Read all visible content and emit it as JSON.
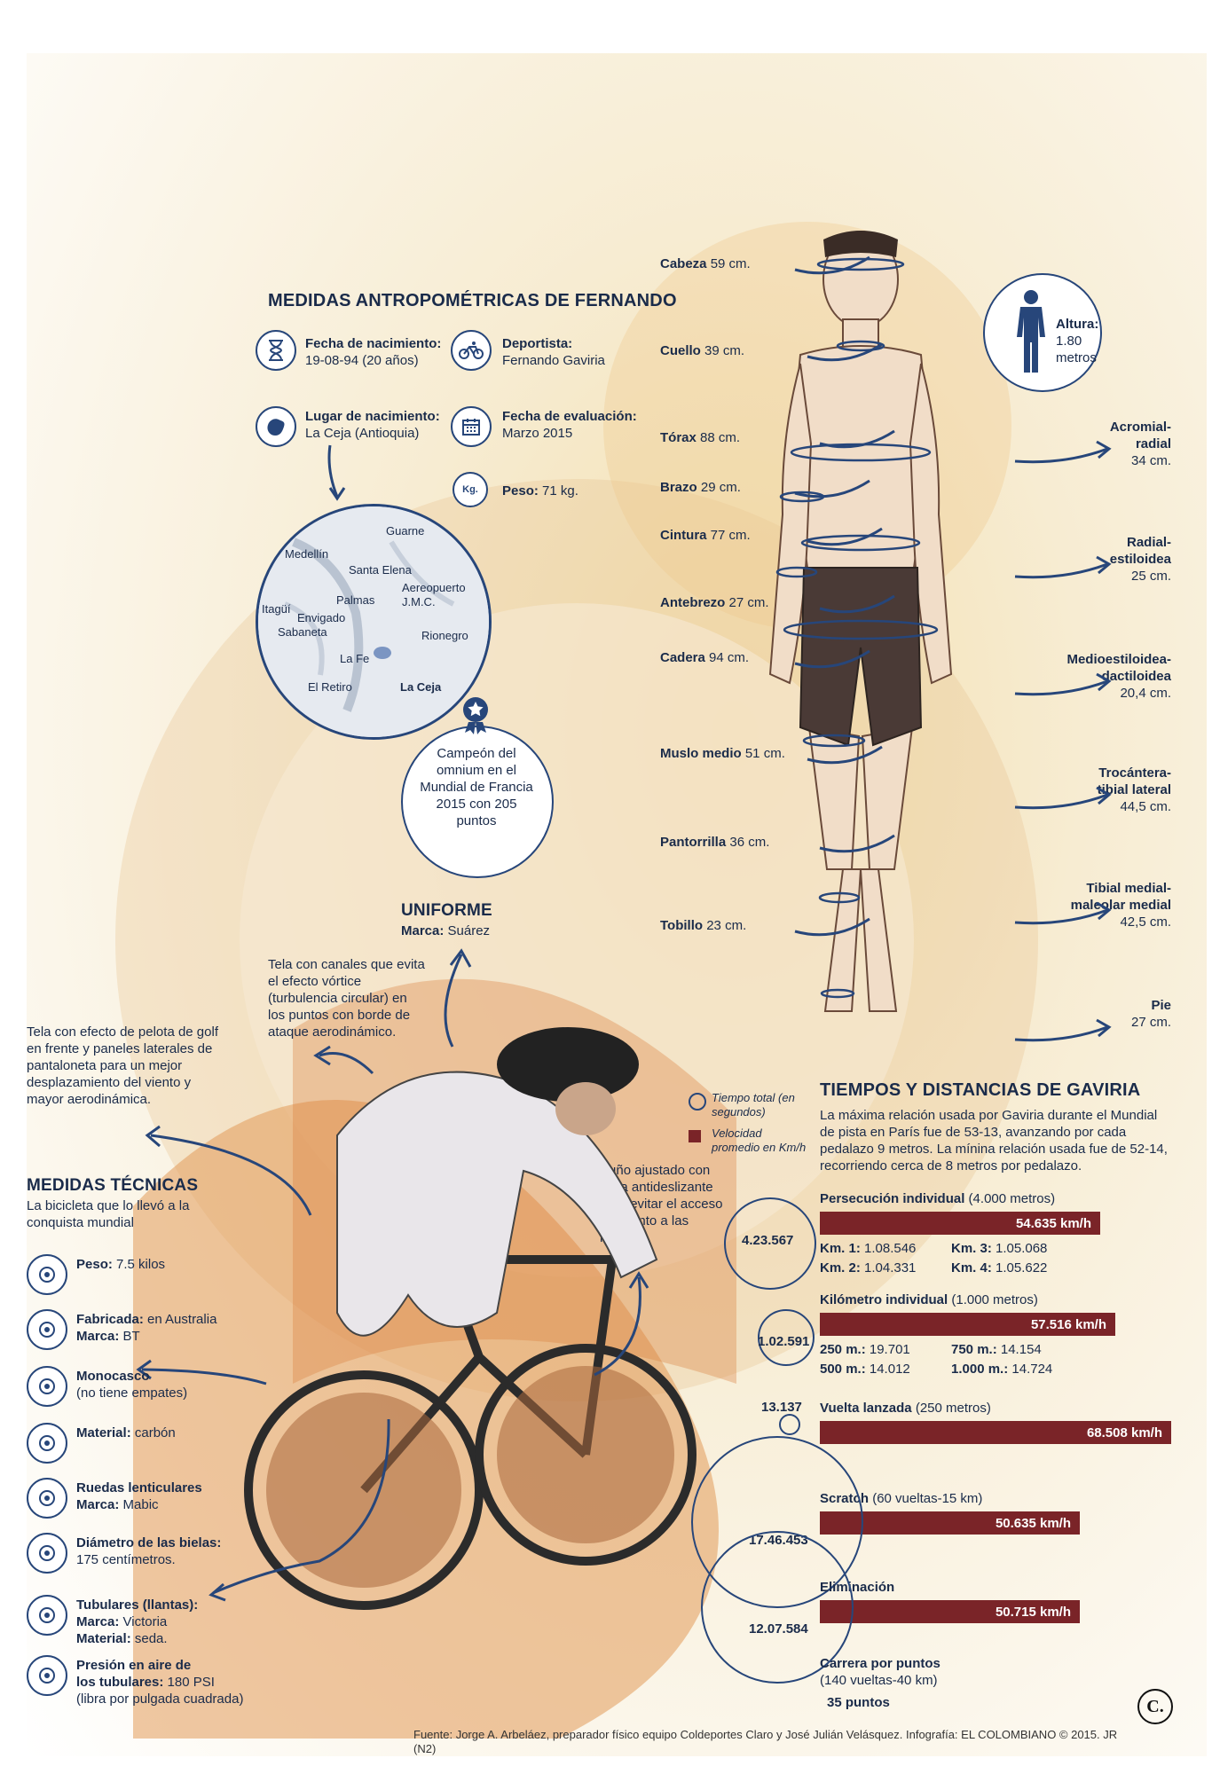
{
  "anthro": {
    "title": "MEDIDAS ANTROPOMÉTRICAS DE FERNANDO",
    "birth_date_label": "Fecha de nacimiento:",
    "birth_date": "19-08-94 (20 años)",
    "athlete_label": "Deportista:",
    "athlete": "Fernando Gaviria",
    "birth_place_label": "Lugar de nacimiento:",
    "birth_place": "La Ceja (Antioquia)",
    "eval_date_label": "Fecha de evaluación:",
    "eval_date": "Marzo 2015",
    "weight_label": "Peso:",
    "weight": "71 kg.",
    "weight_icon_text": "Kg.",
    "champion": "Campeón del omnium en el Mundial de Francia 2015 con 205 puntos"
  },
  "map": {
    "places": [
      "Guarne",
      "Medellín",
      "Santa Elena",
      "Aereopuerto",
      "J.M.C.",
      "Palmas",
      "Itagüí",
      "Envigado",
      "Sabaneta",
      "Rionegro",
      "La Fe",
      "El Retiro",
      "La Ceja"
    ]
  },
  "height": {
    "label": "Altura:",
    "value": "1.80",
    "unit": "metros"
  },
  "measures_left": [
    {
      "name": "Cabeza",
      "value": "59 cm."
    },
    {
      "name": "Cuello",
      "value": "39 cm."
    },
    {
      "name": "Tórax",
      "value": "88 cm."
    },
    {
      "name": "Brazo",
      "value": "29 cm."
    },
    {
      "name": "Cintura",
      "value": "77 cm."
    },
    {
      "name": "Antebrezo",
      "value": "27 cm."
    },
    {
      "name": "Cadera",
      "value": "94 cm."
    },
    {
      "name": "Muslo medio",
      "value": "51 cm."
    },
    {
      "name": "Pantorrilla",
      "value": "36 cm."
    },
    {
      "name": "Tobillo",
      "value": "23 cm."
    }
  ],
  "measures_right": [
    {
      "name1": "Acromial-",
      "name2": "radial",
      "value": "34 cm."
    },
    {
      "name1": "Radial-",
      "name2": "estiloidea",
      "value": "25 cm."
    },
    {
      "name1": "Medioestiloidea-",
      "name2": "dactiloidea",
      "value": "20,4 cm."
    },
    {
      "name1": "Trocántera-",
      "name2": "tibial lateral",
      "value": "44,5 cm."
    },
    {
      "name1": "Tibial medial-",
      "name2": "maleolar medial",
      "value": "42,5 cm."
    },
    {
      "name1": "Pie",
      "name2": "",
      "value": "27 cm."
    }
  ],
  "uniform": {
    "title": "UNIFORME",
    "brand_label": "Marca:",
    "brand": "Suárez",
    "note1": "Tela con canales que evita el efecto vórtice (turbulencia circular) en los puntos con borde de ataque aerodinámico.",
    "note2": "Tela con efecto de pelota de golf en frente y paneles laterales de pantaloneta para un mejor desplazamiento del viento y mayor aerodinámica.",
    "note3": "Puño ajustado con cinta antideslizante para evitar el acceso del viento a las mangas."
  },
  "tech": {
    "title": "MEDIDAS TÉCNICAS",
    "subtitle": "La bicicleta que lo llevó a la conquista mundial",
    "items": [
      {
        "icon": "weight-icon",
        "l1b": "Peso:",
        "l1": " 7.5 kilos",
        "l2b": "",
        "l2": "",
        "l3": ""
      },
      {
        "icon": "australia-flag-icon",
        "l1b": "Fabricada:",
        "l1": " en Australia",
        "l2b": "Marca:",
        "l2": " BT",
        "l3": ""
      },
      {
        "icon": "bike-frame-icon",
        "l1b": "Monocasco",
        "l1": "",
        "l2b": "",
        "l2": "(no tiene empates)",
        "l3": ""
      },
      {
        "icon": "material-icon",
        "l1b": "Material:",
        "l1": " carbón",
        "l2b": "",
        "l2": "",
        "l3": ""
      },
      {
        "icon": "wheel-icon",
        "l1b": "Ruedas lenticulares",
        "l1": "",
        "l2b": "Marca:",
        "l2": " Mabic",
        "l3": ""
      },
      {
        "icon": "crank-icon",
        "l1b": "Diámetro de las bielas:",
        "l1": "",
        "l2b": "",
        "l2": "175 centímetros.",
        "l3": ""
      },
      {
        "icon": "tire-icon",
        "l1b": "Tubulares (llantas):",
        "l1": "",
        "l2b": "Marca:",
        "l2": " Victoria",
        "l3b": "Material:",
        "l3": " seda."
      },
      {
        "icon": "pump-icon",
        "l1b": "Presión en aire de",
        "l1": "",
        "l2b": "los tubulares:",
        "l2": " 180 PSI",
        "l3": "(libra por pulgada cuadrada)"
      }
    ]
  },
  "times": {
    "title": "TIEMPOS Y DISTANCIAS DE GAVIRIA",
    "intro": "La máxima relación usada por Gaviria durante el Mundial de pista en París fue de 53-13, avanzando por cada pedalazo 9 metros. La mínina relación usada fue de 52-14, recorriendo cerca de 8 metros por pedalazo.",
    "legend_time": "Tiempo total (en segundos)",
    "legend_speed": "Velocidad promedio en Km/h",
    "events": [
      {
        "name": "Persecución individual",
        "detail": " (4.000 metros)",
        "time": "4.23.567",
        "speed": "54.635 km/h",
        "speed_value": 54.635,
        "splits": [
          [
            "Km. 1:",
            " 1.08.546"
          ],
          [
            "Km. 3:",
            " 1.05.068"
          ],
          [
            "Km. 2:",
            " 1.04.331"
          ],
          [
            "Km. 4:",
            " 1.05.622"
          ]
        ]
      },
      {
        "name": "Kilómetro individual",
        "detail": " (1.000 metros)",
        "time": "1.02.591",
        "speed": "57.516 km/h",
        "speed_value": 57.516,
        "splits": [
          [
            "250 m.:",
            " 19.701"
          ],
          [
            "750 m.:",
            " 14.154"
          ],
          [
            "500 m.:",
            " 14.012"
          ],
          [
            "1.000 m.:",
            " 14.724"
          ]
        ]
      },
      {
        "name": "Vuelta lanzada",
        "detail": " (250 metros)",
        "time": "13.137",
        "speed": "68.508 km/h",
        "speed_value": 68.508
      },
      {
        "name": "Scratch",
        "detail": " (60 vueltas-15 km)",
        "time": "17.46.453",
        "speed": "50.635 km/h",
        "speed_value": 50.635
      },
      {
        "name": "Eliminación",
        "detail": "",
        "time": "12.07.584",
        "speed": "50.715 km/h",
        "speed_value": 50.715
      },
      {
        "name": "Carrera por puntos",
        "detail": "(140 vueltas-40 km)",
        "time": "",
        "speed": "35 puntos"
      }
    ]
  },
  "footer": {
    "source": "Fuente: Jorge A. Arbeláez, preparador físico equipo Coldeportes Claro y José Julián Velásquez. Infografía: EL COLOMBIANO © 2015. JR (N2)",
    "logo": "C."
  },
  "colors": {
    "navy": "#27467a",
    "bar": "#7a2428",
    "sand": "#f3dfae",
    "orange": "#e29a5a"
  }
}
